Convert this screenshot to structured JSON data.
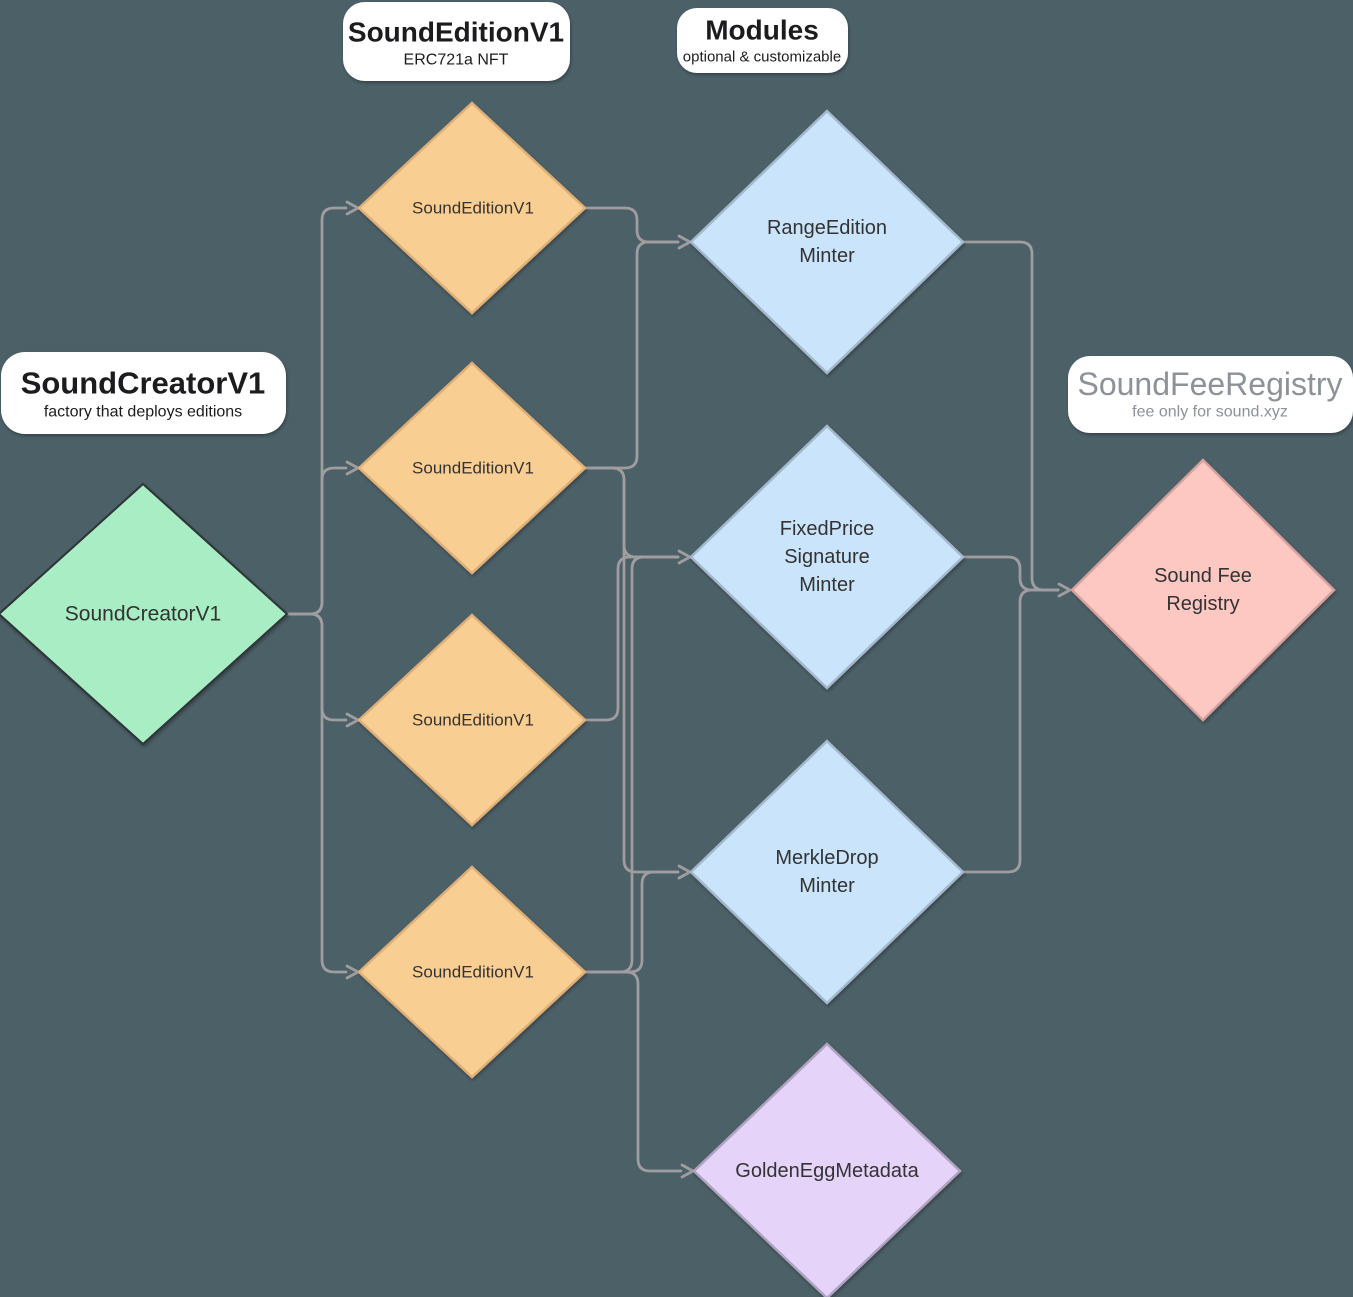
{
  "diagram": {
    "type": "flowchart",
    "direction": "left-to-right"
  },
  "colors": {
    "background": "#4C6067",
    "connector": "#A09DA0",
    "label_box_bg": "#FFFFFF",
    "label_title": "#1C1C1E",
    "label_subtitle": "#1C1C1E",
    "fee_label_text": "#8C9298",
    "node_text": "#333333",
    "green_fill": "#A8EDC4",
    "green_stroke": "#2E3437",
    "orange_fill": "#F9CE92",
    "orange_stroke": "#DFAF78",
    "blue_fill": "#C9E4FB",
    "blue_stroke": "#A3B8CC",
    "purple_fill": "#E5D3FA",
    "purple_stroke": "#AFA3C0",
    "pink_fill": "#FDC7C2",
    "pink_stroke": "#D6A19C"
  },
  "labels": {
    "sound_creator": {
      "title": "SoundCreatorV1",
      "subtitle": "factory that deploys editions"
    },
    "sound_edition": {
      "title": "SoundEditionV1",
      "subtitle": "ERC721a NFT"
    },
    "modules": {
      "title": "Modules",
      "subtitle": "optional & customizable"
    },
    "fee_registry": {
      "title": "SoundFeeRegistry",
      "subtitle": "fee only for sound.xyz"
    }
  },
  "nodes": {
    "creator": {
      "label": "SoundCreatorV1"
    },
    "editions": [
      {
        "label": "SoundEditionV1"
      },
      {
        "label": "SoundEditionV1"
      },
      {
        "label": "SoundEditionV1"
      },
      {
        "label": "SoundEditionV1"
      }
    ],
    "range_minter": {
      "line1": "RangeEdition",
      "line2": "Minter"
    },
    "fixed_price_minter": {
      "line1": "FixedPrice",
      "line2": "Signature",
      "line3": "Minter"
    },
    "merkle_minter": {
      "line1": "MerkleDrop",
      "line2": "Minter"
    },
    "golden_egg": {
      "label": "GoldenEggMetadata"
    },
    "fee_registry": {
      "line1": "Sound Fee",
      "line2": "Registry"
    }
  }
}
